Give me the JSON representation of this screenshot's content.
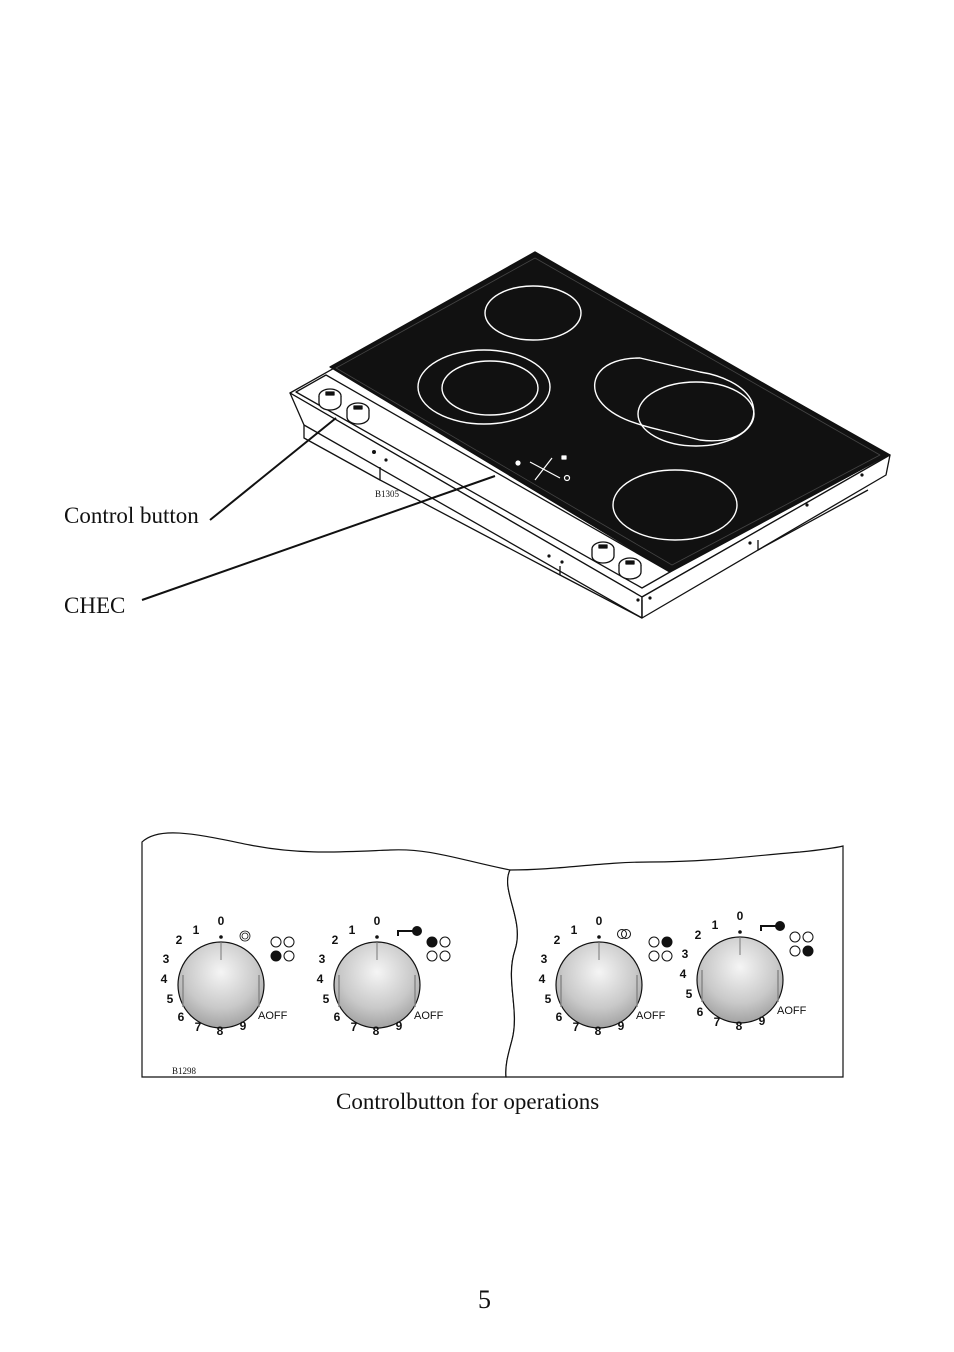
{
  "hob_figure": {
    "code": "B1305",
    "callouts": {
      "control_button": "Control button",
      "chec": "CHEC"
    }
  },
  "panel_figure": {
    "code": "B1298",
    "caption": "Controlbutton for operations",
    "knobs": [
      {
        "off_label": "AOFF",
        "numbers": [
          "0",
          "1",
          "2",
          "3",
          "4",
          "5",
          "6",
          "7",
          "8",
          "9"
        ]
      },
      {
        "off_label": "AOFF",
        "numbers": [
          "0",
          "1",
          "2",
          "3",
          "4",
          "5",
          "6",
          "7",
          "8",
          "9"
        ]
      },
      {
        "off_label": "AOFF",
        "numbers": [
          "0",
          "1",
          "2",
          "3",
          "4",
          "5",
          "6",
          "7",
          "8",
          "9"
        ]
      },
      {
        "off_label": "AOFF",
        "numbers": [
          "0",
          "1",
          "2",
          "3",
          "4",
          "5",
          "6",
          "7",
          "8",
          "9"
        ]
      }
    ]
  },
  "page_number": "5"
}
